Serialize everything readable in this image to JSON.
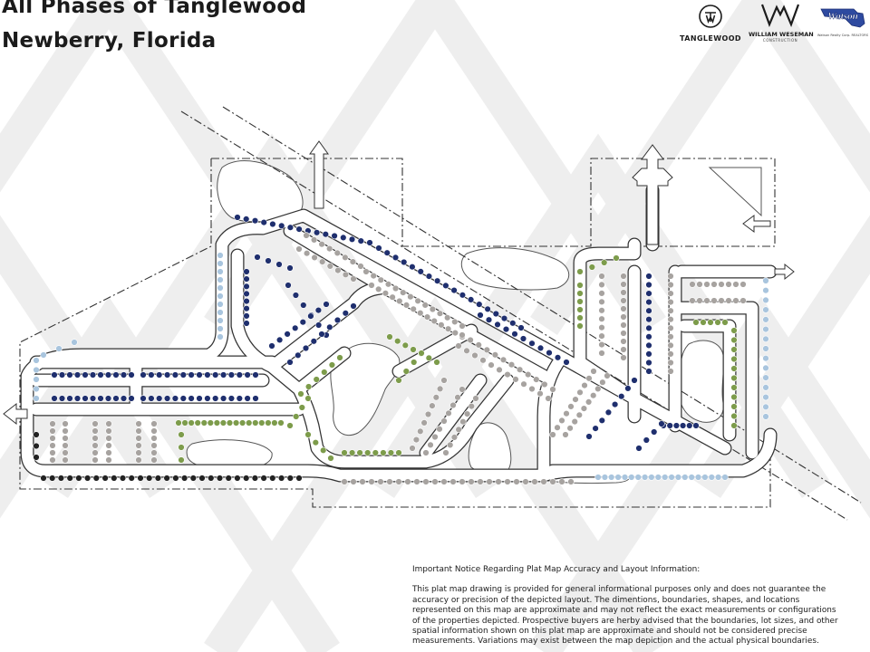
{
  "header": {
    "title_line1": "All Phases of Tanglewood",
    "title_line2": "Newberry, Florida"
  },
  "logos": {
    "tanglewood": {
      "name": "TANGLEWOOD",
      "icon": "tanglewood-tw-monogram-icon"
    },
    "william_weseman": {
      "name": "WILLIAM WESEMAN",
      "tagline": "CONSTRUCTION",
      "icon": "ww-monogram-icon"
    },
    "watson": {
      "name": "Watson",
      "tagline": "Watson Realty Corp. REALTORS",
      "icon": "watson-florida-map-icon"
    }
  },
  "notice": {
    "heading": "Important Notice Regarding Plat Map Accuracy and Layout Information:",
    "body": "This plat map drawing is provided for general informational purposes only and does not guarantee the accuracy or precision of the depicted layout. The dimentions, boundaries, shapes, and locations represented on this map are approximate and may not reflect the exact measurements or configurations of the properties depicted. Prospective buyers are herby advised that the boundaries, lot sizes, and other spatial information shown on this plat map are approximate and should not be considered precise measurements. Variations may exist between the map depiction and the actual physical boundaries."
  },
  "map": {
    "lot_colors": {
      "navy": "#1f2f6e",
      "gray": "#a7a3a0",
      "green": "#7d9c4b",
      "light_blue": "#a9c5de",
      "black": "#222222"
    },
    "road_color": "#ffffff",
    "outline_color": "#333333",
    "background_chevron_color": "#eeeeee"
  }
}
